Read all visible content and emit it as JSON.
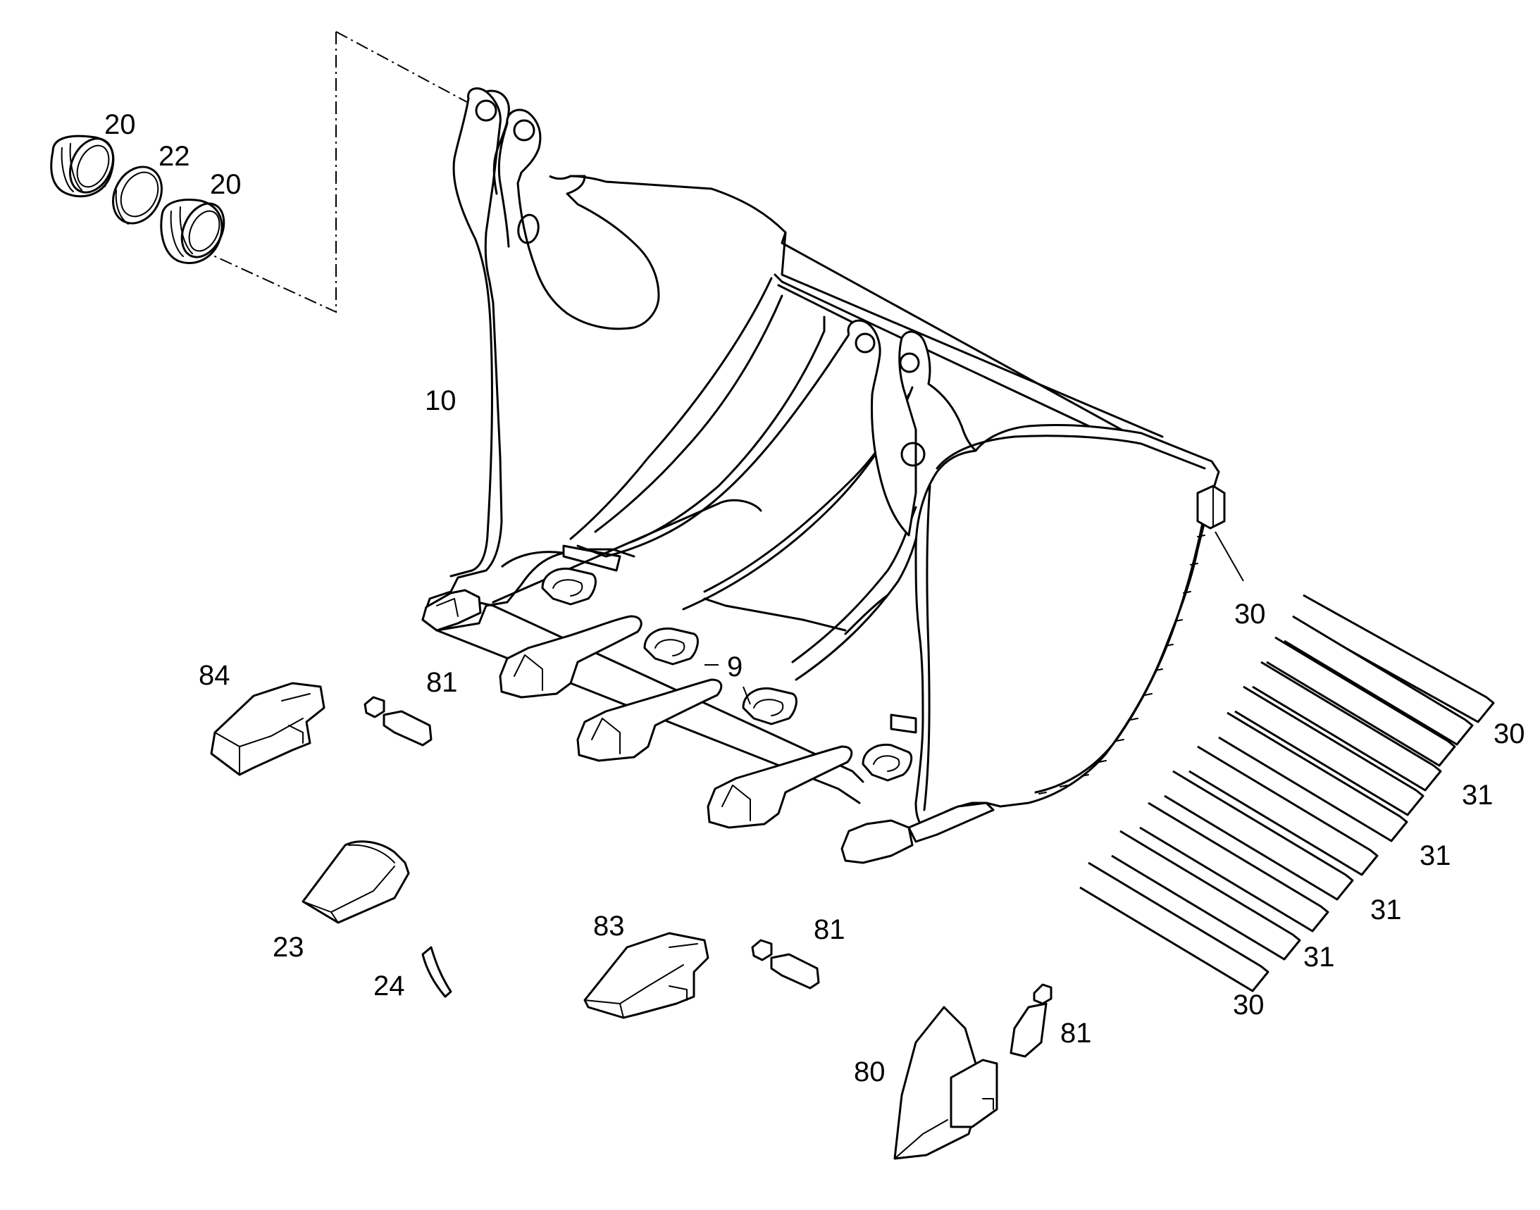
{
  "diagram": {
    "callouts": {
      "c20a": "20",
      "c22": "22",
      "c20b": "20",
      "c10": "10",
      "c84": "84",
      "c81a": "81",
      "c9": "9",
      "c30a": "30",
      "c30b": "30",
      "c31a": "31",
      "c31b": "31",
      "c31c": "31",
      "c31d": "31",
      "c30c": "30",
      "c23": "23",
      "c24": "24",
      "c83": "83",
      "c81b": "81",
      "c80": "80",
      "c81c": "81"
    },
    "parts": {
      "bucket": "bucket",
      "bushings": "bushings",
      "tooth_adapters": "tooth adapters",
      "wear_plates": "wear plates"
    }
  }
}
